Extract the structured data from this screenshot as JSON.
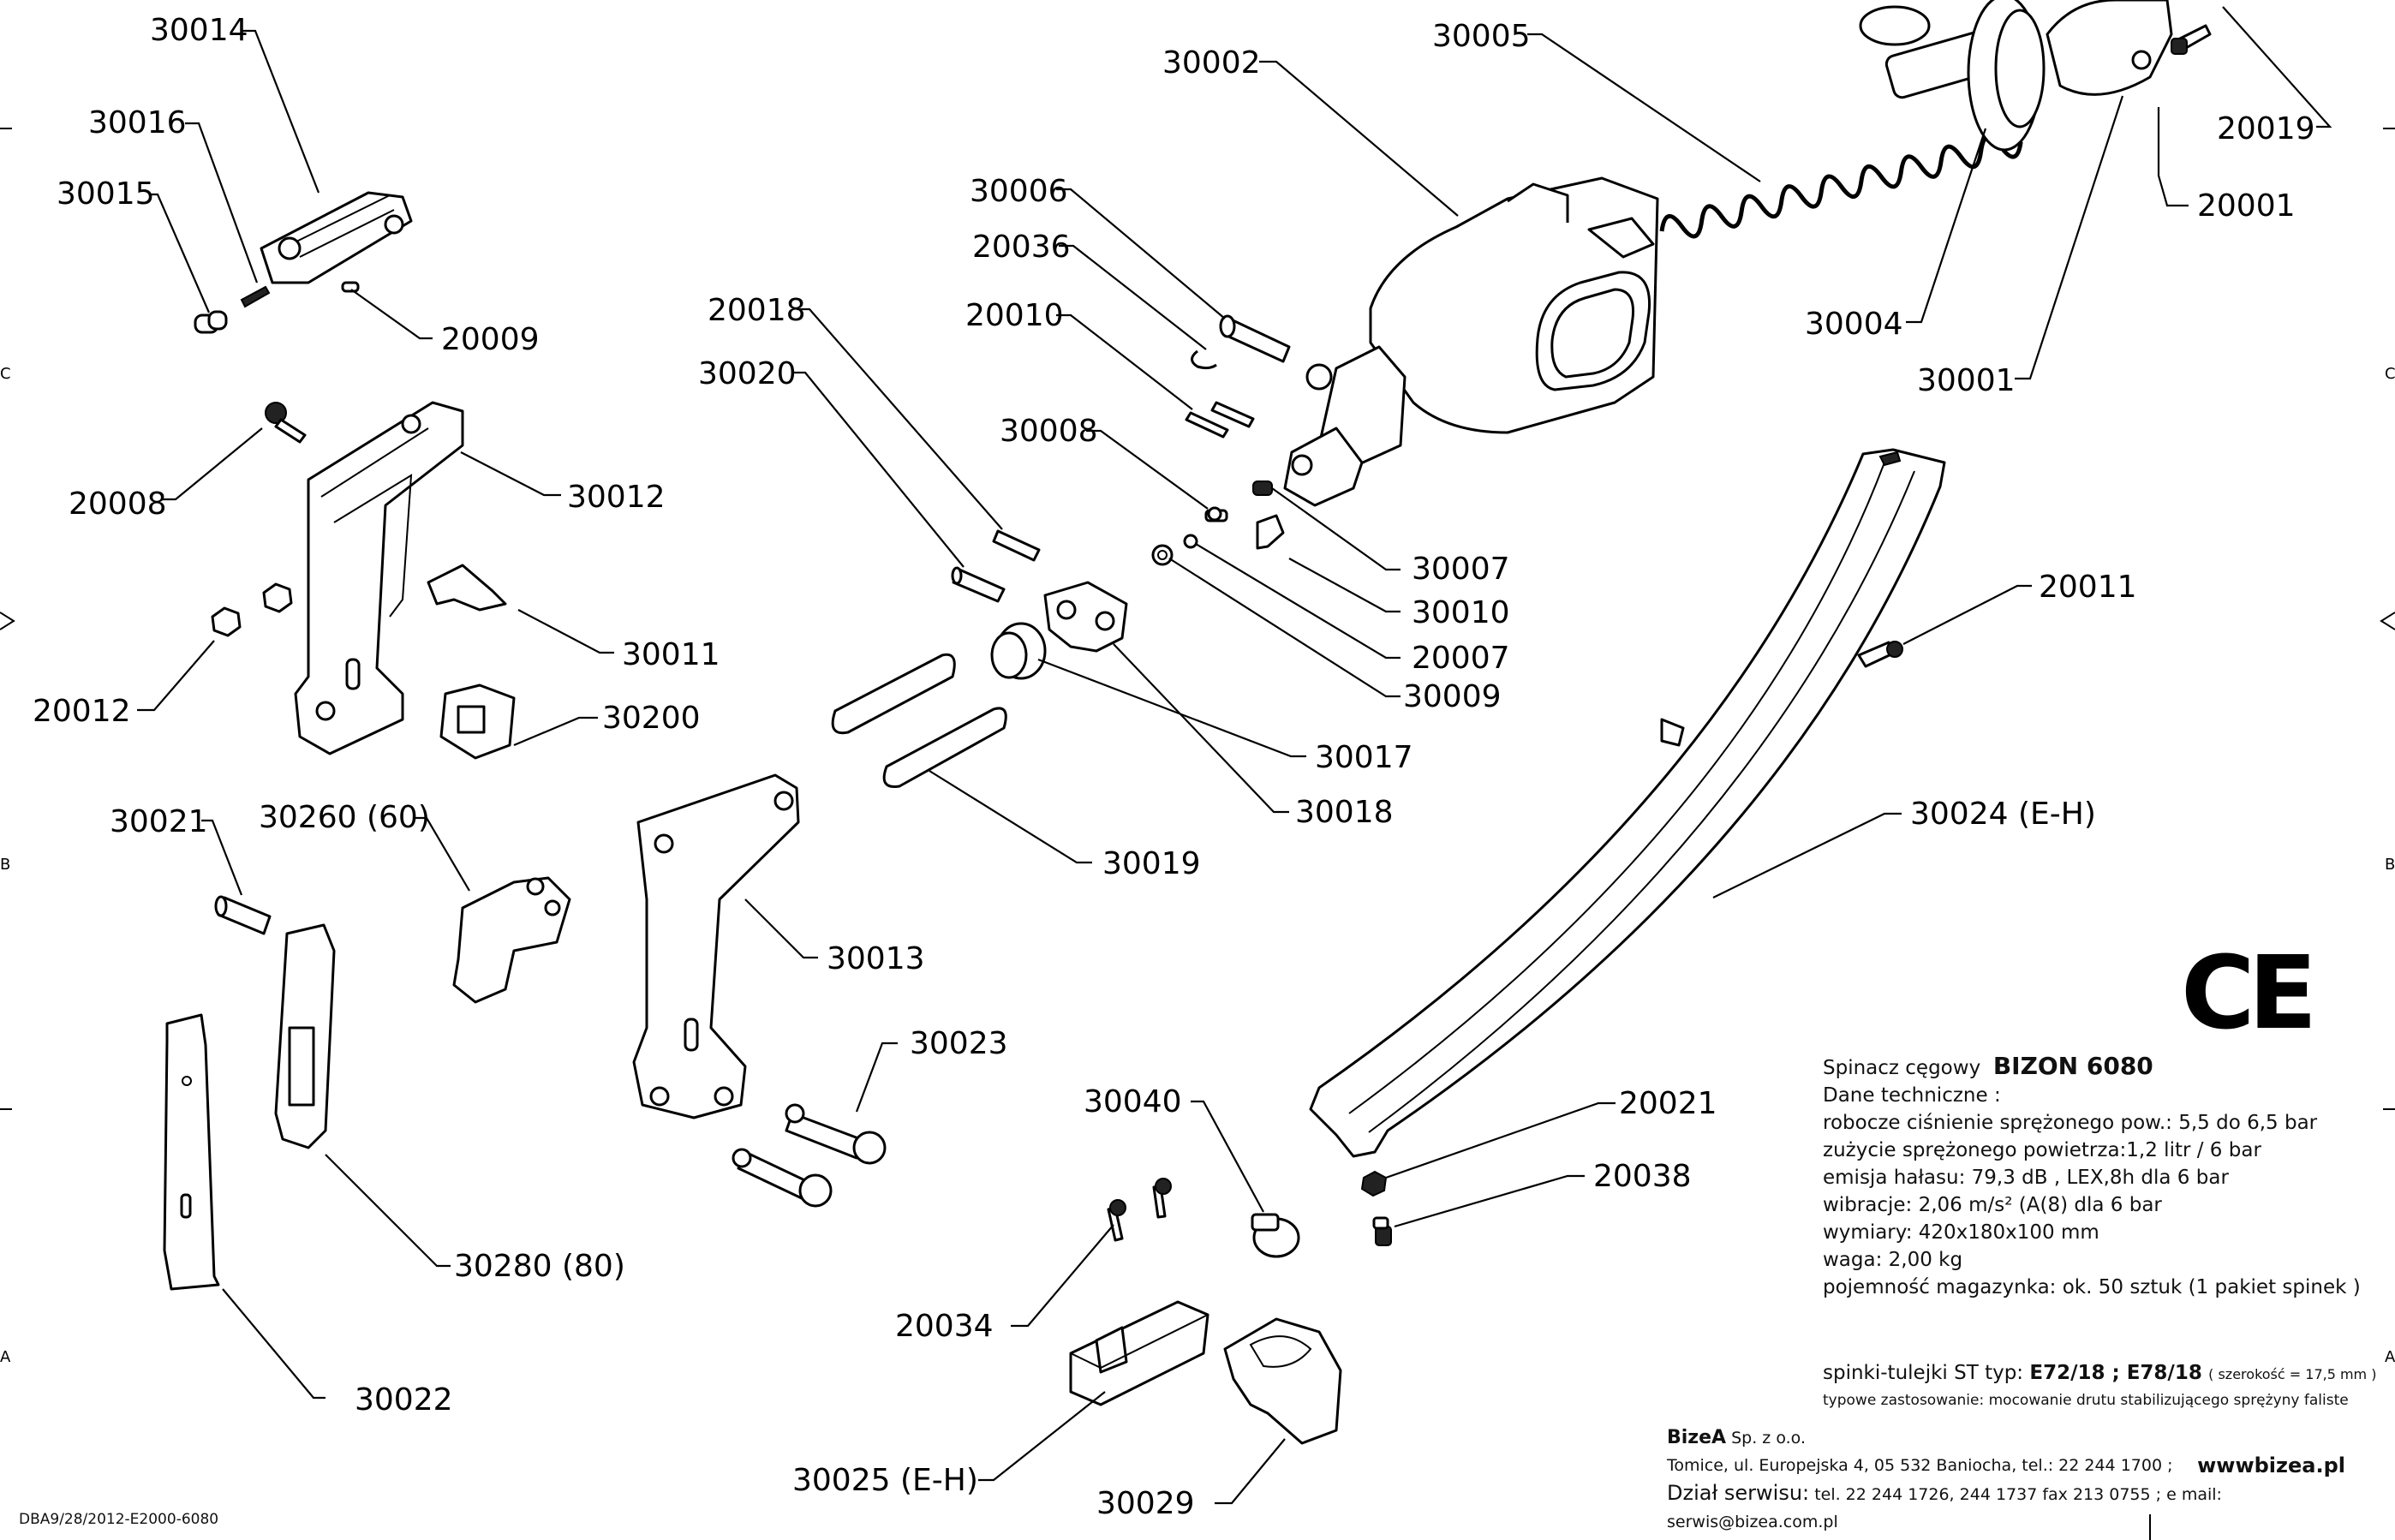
{
  "callouts": {
    "p30014": "30014",
    "p30016": "30016",
    "p30015": "30015",
    "p20009": "20009",
    "p20008": "20008",
    "p30012": "30012",
    "p20012": "20012",
    "p30011": "30011",
    "p30200": "30200",
    "p30021": "30021",
    "p30260": "30260 (60)",
    "p30022": "30022",
    "p30280": "30280 (80)",
    "p30002": "30002",
    "p30005": "30005",
    "p20019": "20019",
    "p20001": "20001",
    "p30004": "30004",
    "p30001": "30001",
    "p30006": "30006",
    "p20036": "20036",
    "p20010": "20010",
    "p20018": "20018",
    "p30020": "30020",
    "p30008": "30008",
    "p30007": "30007",
    "p30010": "30010",
    "p20007": "20007",
    "p30009": "30009",
    "p30017": "30017",
    "p30018": "30018",
    "p30019": "30019",
    "p30013": "30013",
    "p30023": "30023",
    "p20011": "20011",
    "p30024": "30024 (E-H)",
    "p30040": "30040",
    "p20021": "20021",
    "p20038": "20038",
    "p20034": "20034",
    "p30025": "30025 (E-H)",
    "p30029": "30029"
  },
  "spec": {
    "title_prefix": "Spinacz cęgowy",
    "model": "BIZON 6080",
    "heading": "Dane techniczne :",
    "lines": [
      "robocze ciśnienie sprężonego pow.: 5,5 do 6,5 bar",
      "zużycie sprężonego powietrza:1,2 litr / 6 bar",
      "emisja hałasu: 79,3 dB , LEX,8h dla 6 bar",
      "wibracje: 2,06 m/s² (A(8)  dla 6 bar",
      "wymiary: 420x180x100 mm",
      "waga: 2,00 kg",
      "pojemność magazynka: ok. 50 sztuk (1 pakiet spinek )"
    ]
  },
  "clips": {
    "prefix": "spinki-tulejki ST typ:",
    "types": "E72/18 ; E78/18",
    "width_note": "( szerokość = 17,5 mm )",
    "usage": "typowe zastosowanie: mocowanie drutu stabilizującego sprężyny faliste"
  },
  "company": {
    "name": "BizeA",
    "legal": "Sp. z o.o.",
    "address": "Tomice, ul. Europejska 4, 05 532 Baniocha, tel.: 22 244 1700 ;",
    "website": "wwwbizea.pl",
    "service_label": "Dział serwisu:",
    "service_contact": "tel. 22 244 1726, 244 1737 fax 213 0755 ; e mail: serwis@bizea.com.pl"
  },
  "ce_mark": "CE",
  "doc_id": "DBA9/28/2012-E2000-6080",
  "frame_letters": {
    "c": "C",
    "b": "B",
    "a": "A"
  }
}
